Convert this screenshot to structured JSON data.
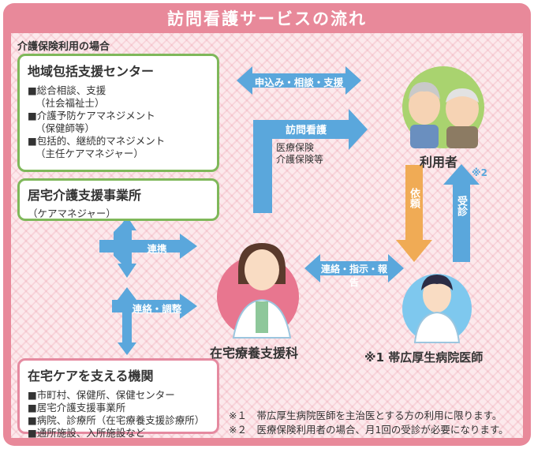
{
  "title": "訪問看護サービスの流れ",
  "case_label": "介護保険利用の場合",
  "boxes": {
    "support_center": {
      "title": "地域包括支援センター",
      "items": [
        {
          "text": "■総合相談、支援",
          "sub": "（社会福祉士）"
        },
        {
          "text": "■介護予防ケアマネジメント",
          "sub": "（保健師等）"
        },
        {
          "text": "■包括的、継続的マネジメント",
          "sub": "（主任ケアマネジャー）"
        }
      ]
    },
    "home_care_office": {
      "title": "居宅介護支援事業所",
      "sub": "（ケアマネジャー）"
    },
    "home_care_orgs": {
      "title": "在宅ケアを支える機関",
      "items": [
        "■市町村、保健所、保健センター",
        "■居宅介護支援事業所",
        "■病院、診療所（在宅療養支援診療所）",
        "■通所施設、入所施設など"
      ]
    }
  },
  "arrows": {
    "apply": "申込み・相談・支援",
    "visit": "訪問看護",
    "visit_insurance": [
      "医療保険",
      "介護保険等"
    ],
    "request": "依頼",
    "consult": "受診",
    "note_mark": "※2",
    "cooperation": "連携",
    "coordination": "連絡・調整",
    "contact": "連絡・指示・報告"
  },
  "nodes": {
    "user": "利用者",
    "nurse_dept": "在宅療養支援科",
    "doctor": "※1 帯広厚生病院医師"
  },
  "notes": [
    "※１　帯広厚生病院医師を主治医とする方の利用に限ります。",
    "※２　医療保険利用者の場合、月1回の受診が必要になります。"
  ],
  "colors": {
    "frame": "#e8899a",
    "green_border": "#7fb85a",
    "pink_border": "#e58aa0",
    "arrow_blue": "#5aa7dc",
    "arrow_orange": "#f0ab55",
    "green_circle": "#a9d36f",
    "pink_circle": "#e8768f",
    "blue_circle": "#7ec8ee"
  }
}
